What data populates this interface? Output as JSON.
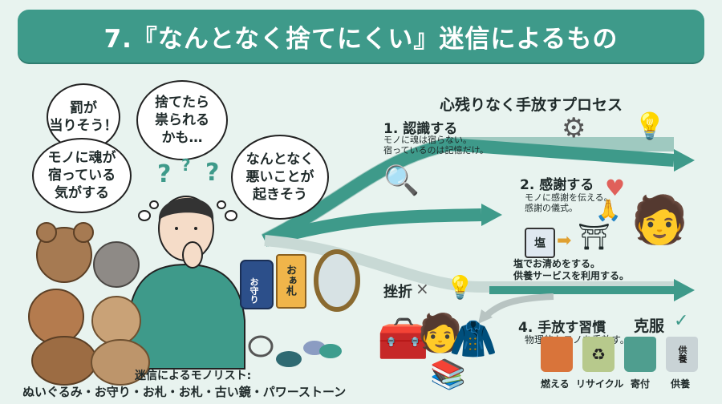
{
  "title": "7.『なんとなく捨てにくい』迷信によるもの",
  "bubbles": {
    "punishment": "罰が\n当りそう！",
    "curse": "捨てたら\n祟られる\nかも…",
    "soul": "モノに魂が\n宿っている\n気がする",
    "bad_luck": "なんとなく\n悪いことが\n起きそう"
  },
  "question_marks": [
    "?",
    "?",
    "?"
  ],
  "superstition_list": {
    "heading": "迷信によるモノリスト:",
    "items": "ぬいぐるみ・お守り・お札・お札・古い鏡・パワーストーン"
  },
  "items_labels": {
    "omamori": "お守り",
    "ofuda": "おぁ札"
  },
  "process": {
    "heading": "心残りなく手放すプロセス",
    "step1": {
      "title": "1. 認識する",
      "desc": "モノに魂は宿らない。\n宿っているのは記憶だけ。"
    },
    "step2": {
      "title": "2. 感謝する",
      "desc": "モノに感謝を伝える。\n感謝の儀式。"
    },
    "salt_label": "塩",
    "step3_desc": "塩でお清めをする。\n供養サービスを利用する。",
    "setback": "挫折",
    "setback_mark": "×",
    "step4": {
      "title": "4. 手放す習慣",
      "desc": "物理的なモノを手放す。"
    },
    "overcome": "克服",
    "overcome_mark": "✓"
  },
  "bins": [
    {
      "label": "燃える",
      "color": "#d9743a",
      "mark": ""
    },
    {
      "label": "リサイクル",
      "color": "#b7c98c",
      "mark": "♻"
    },
    {
      "label": "寄付",
      "color": "#4f9e8f",
      "mark": ""
    },
    {
      "label": "供養",
      "color": "#c9d3d6",
      "mark": "供養"
    }
  ],
  "colors": {
    "accent": "#3e9a8a",
    "dark_accent": "#2f7d70",
    "bg": "#e8f3ef",
    "bulb": "#f2c230",
    "heart": "#e0605a"
  }
}
